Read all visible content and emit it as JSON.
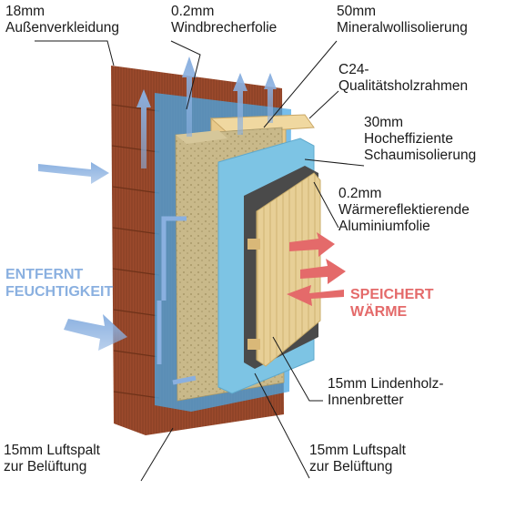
{
  "labels": {
    "outer_cladding": [
      "18mm",
      "Außenverkleidung"
    ],
    "windbreaker": [
      "0.2mm",
      "Windbrecherfolie"
    ],
    "mineral_wool": [
      "50mm",
      "Mineralwollisolierung"
    ],
    "timber_frame": [
      "C24-",
      "Qualitätsholzrahmen"
    ],
    "foam": [
      "30mm",
      "Hocheffiziente",
      "Schaumisolierung"
    ],
    "foil": [
      "0.2mm",
      "Wärmereflektierende",
      "Aluminiumfolie"
    ],
    "inner_boards": [
      "15mm Lindenholz-",
      "Innenbretter"
    ],
    "air_gap_left": [
      "15mm Luftspalt",
      "zur Belüftung"
    ],
    "air_gap_right": [
      "15mm Luftspalt",
      "zur Belüftung"
    ]
  },
  "callouts": {
    "moisture": [
      "ENTFERNT",
      "FEUCHTIGKEIT"
    ],
    "heat": [
      "SPEICHERT",
      "WÄRME"
    ]
  },
  "colors": {
    "moisture_blue": "#8ab0e0",
    "heat_red": "#e46a6a",
    "cladding": "#9c4a2c",
    "windbreaker": "#4aa8e6",
    "mineral_wool": "#c9b98a",
    "timber": "#e8c98a",
    "foam": "#7dc4e4",
    "foil": "#4a4a4a",
    "inner_boards": "#e7cf96"
  }
}
